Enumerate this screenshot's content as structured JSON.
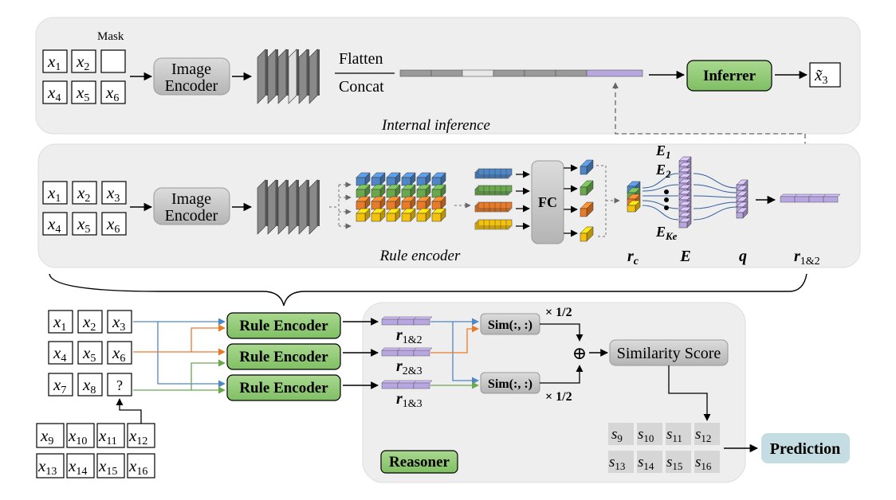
{
  "colors": {
    "panel": "#eeeeee",
    "panel_border": "#d6d6d6",
    "green": "#93cc7c",
    "gray_box": "#c8c8c8",
    "blue": "#4f86c6",
    "green_edge": "#6aa84f",
    "orange": "#e87b2a",
    "yellow": "#f4c20d",
    "purple": "#b8a6e0",
    "prediction": "#c4dde2"
  },
  "top_panel": {
    "mask_label": "Mask",
    "panels": [
      {
        "base": "x",
        "sub": "1"
      },
      {
        "base": "x",
        "sub": "2"
      },
      {
        "base": "x",
        "sub": "4"
      },
      {
        "base": "x",
        "sub": "5"
      },
      {
        "base": "x",
        "sub": "6"
      }
    ],
    "encoder_line1": "Image",
    "encoder_line2": "Encoder",
    "flatten_label": "Flatten",
    "concat_label": "Concat",
    "inferrer_label": "Inferrer",
    "output": {
      "base": "x̃",
      "sub": "3"
    },
    "caption": "Internal inference"
  },
  "rule_panel": {
    "panels": [
      {
        "base": "x",
        "sub": "1"
      },
      {
        "base": "x",
        "sub": "2"
      },
      {
        "base": "x",
        "sub": "3"
      },
      {
        "base": "x",
        "sub": "4"
      },
      {
        "base": "x",
        "sub": "5"
      },
      {
        "base": "x",
        "sub": "6"
      }
    ],
    "encoder_line1": "Image",
    "encoder_line2": "Encoder",
    "fc_label": "FC",
    "e1": {
      "base": "E",
      "sub": "1"
    },
    "e2": {
      "base": "E",
      "sub": "2"
    },
    "eke": {
      "base": "E",
      "sub": "Ke"
    },
    "rc": {
      "base": "r",
      "sub": "c"
    },
    "E": "E",
    "q": "q",
    "r12": {
      "base": "r",
      "sub": "1&2"
    },
    "caption": "Rule encoder"
  },
  "bottom": {
    "panels": [
      {
        "base": "x",
        "sub": "1"
      },
      {
        "base": "x",
        "sub": "2"
      },
      {
        "base": "x",
        "sub": "3"
      },
      {
        "base": "x",
        "sub": "4"
      },
      {
        "base": "x",
        "sub": "5"
      },
      {
        "base": "x",
        "sub": "6"
      },
      {
        "base": "x",
        "sub": "7"
      },
      {
        "base": "x",
        "sub": "8"
      }
    ],
    "question": "?",
    "candidates": [
      {
        "base": "x",
        "sub": "9"
      },
      {
        "base": "x",
        "sub": "10"
      },
      {
        "base": "x",
        "sub": "11"
      },
      {
        "base": "x",
        "sub": "12"
      },
      {
        "base": "x",
        "sub": "13"
      },
      {
        "base": "x",
        "sub": "14"
      },
      {
        "base": "x",
        "sub": "15"
      },
      {
        "base": "x",
        "sub": "16"
      }
    ],
    "rule_encoder_label": "Rule Encoder",
    "r_labels": [
      {
        "base": "r",
        "sub": "1&2"
      },
      {
        "base": "r",
        "sub": "2&3"
      },
      {
        "base": "r",
        "sub": "1&3"
      }
    ],
    "sim_label": "Sim(:, :)",
    "weight_label": "× 1/2",
    "plus": "⊕",
    "similarity_label": "Similarity Score",
    "reasoner_label": "Reasoner",
    "scores": [
      {
        "base": "s",
        "sub": "9"
      },
      {
        "base": "s",
        "sub": "10"
      },
      {
        "base": "s",
        "sub": "11"
      },
      {
        "base": "s",
        "sub": "12"
      },
      {
        "base": "s",
        "sub": "13"
      },
      {
        "base": "s",
        "sub": "14"
      },
      {
        "base": "s",
        "sub": "15"
      },
      {
        "base": "s",
        "sub": "16"
      }
    ],
    "prediction_label": "Prediction"
  }
}
